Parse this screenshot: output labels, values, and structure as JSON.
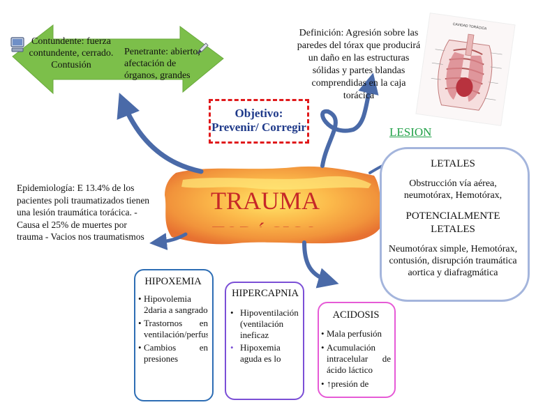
{
  "trauma": {
    "title": "TRAUMA",
    "subtitle": "TORÁCICO"
  },
  "mecanismo": {
    "contundente": "Contundente: fuerza contundente, cerrado. Contusión",
    "penetrante": "Penetrante: abierto, afectación de órganos, grandes vasos"
  },
  "objetivo": {
    "text": "Objetivo: Prevenir/ Corregir"
  },
  "definicion": {
    "text": "Definición: Agresión sobre las paredes del tórax que producirá un daño en las estructuras sólidas y partes blandas comprendidas en la caja torácica"
  },
  "anatomy_image": {
    "caption": "CAVIDAD TORÁCICA"
  },
  "lesion": {
    "label": "LESION",
    "letales_heading": "LETALES",
    "letales_items": "Obstrucción vía aérea, neumotórax, Hemotórax,",
    "potencialmente_heading": "POTENCIALMENTE LETALES",
    "potencialmente_items": "Neumotórax simple, Hemotórax, contusión, disrupción traumática aortica y diafragmática"
  },
  "epidemiologia": {
    "text": "Epidemiología: E 13.4% de los pacientes poli traumatizados tienen una lesión traumática torácica.                       -Causa el 25% de muertes por trauma - Vacios nos traumatismos"
  },
  "hipoxemia": {
    "title": "HIPOXEMIA",
    "items": [
      "Hipovolemia 2daria a sangrado",
      "Trastornos en ventilación/perfusión",
      "Cambios en presiones"
    ]
  },
  "hipercapnia": {
    "title": "HIPERCAPNIA",
    "items": [
      "Hipoventilación (ventilación ineficaz",
      "Hipoxemia aguda es lo"
    ]
  },
  "acidosis": {
    "title": "ACIDOSIS",
    "items": [
      "Mala perfusión",
      "Acumulación intracelular de ácido láctico",
      "↑presión de"
    ]
  },
  "colors": {
    "green_arrow": "#7cbf4a",
    "blue_arrow": "#4a6aa8",
    "trauma_red": "#c62828",
    "objetivo_border": "#e0191b",
    "objetivo_text": "#1f3a8a",
    "lesion_label": "#1fa046",
    "lesion_border": "#a4b5dc",
    "hipoxemia_border": "#2d6db4",
    "hipercapnia_border": "#7b4fd6",
    "acidosis_border": "#e65ad6"
  }
}
